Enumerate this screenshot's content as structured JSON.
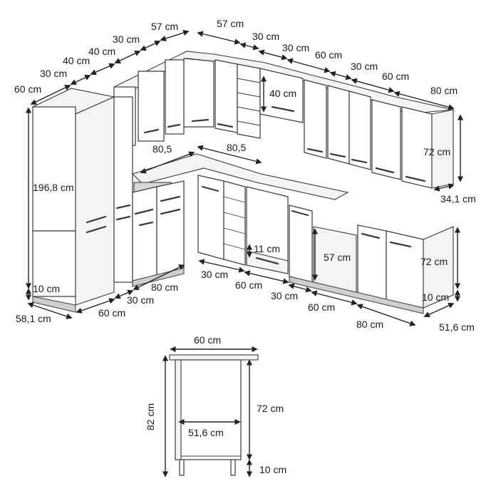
{
  "colors": {
    "line": "#3a3a3a",
    "dimension": "#222222",
    "background": "#ffffff"
  },
  "top_dims": {
    "a1": "60 cm",
    "a2": "30 cm",
    "a3": "40 cm",
    "a4": "40 cm",
    "a5": "30 cm",
    "a6": "57 cm",
    "b1": "57 cm",
    "b2": "30 cm",
    "b3": "30 cm",
    "b4": "60 cm",
    "b5": "30 cm",
    "b6": "60 cm",
    "b7": "80 cm"
  },
  "mid_dims": {
    "wall_open": "40 cm",
    "wall_height": "72 cm",
    "wall_depth": "34,1 cm",
    "corner_left": "80,5",
    "corner_right": "80,5",
    "tall_height": "196,8 cm",
    "plinth_left": "10 cm",
    "drawer": "11 cm",
    "oven": "57 cm",
    "base_height": "72 cm",
    "plinth_right": "10 cm"
  },
  "bottom_dims": {
    "c1": "58,1 cm",
    "c2": "60 cm",
    "c3": "30 cm",
    "c4": "80 cm",
    "c5": "30 cm",
    "c6": "60 cm",
    "c7": "30 cm",
    "c8": "60 cm",
    "c9": "80 cm",
    "c10": "51,6 cm"
  },
  "side_view": {
    "width": "60 cm",
    "total_height": "82 cm",
    "body_height": "72 cm",
    "depth": "51,6 cm",
    "plinth": "10 cm"
  }
}
